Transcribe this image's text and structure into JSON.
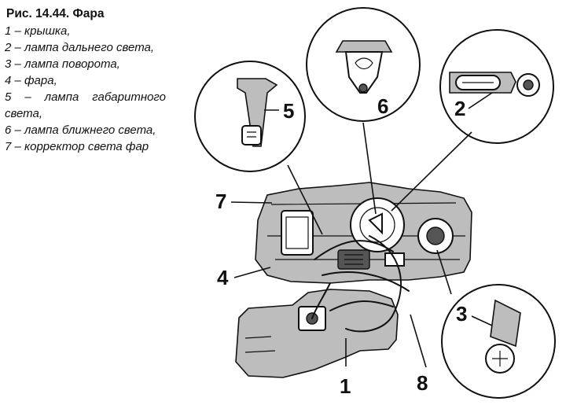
{
  "caption": {
    "title": "Рис. 14.44. Фара",
    "items": [
      "1 – крышка,",
      "2 – лампа дальнего света,",
      "3 – лампа поворота,",
      "4 – фара,",
      "5 – лампа габаритного света,",
      "6 – лампа ближнего света,",
      "7 – корректор света фар"
    ]
  },
  "callouts": [
    "1",
    "2",
    "3",
    "4",
    "5",
    "6",
    "7",
    "8"
  ]
}
